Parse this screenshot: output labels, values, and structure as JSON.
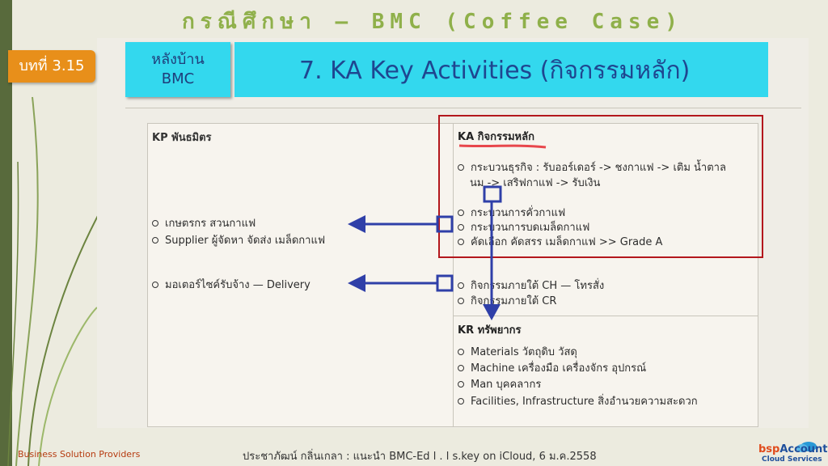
{
  "slide": {
    "title": "กรณีศึกษา – BMC (Coffee Case)",
    "chapter_badge": "บทที่ 3.15",
    "banner_side": [
      "หลังบ้าน",
      "BMC"
    ],
    "banner_title": "7. KA Key Activities (กิจกรรมหลัก)"
  },
  "kp": {
    "heading": "KP พันธมิตร",
    "items": [
      "เกษตรกร สวนกาแฟ",
      "Supplier ผู้จัดหา จัดส่ง เมล็ดกาแฟ",
      "มอเตอร์ไซค์รับจ้าง  — Delivery"
    ]
  },
  "ka": {
    "heading": "KA กิจกรรมหลัก",
    "items": [
      "กระบวนธุรกิจ : รับออร์เดอร์ -> ชงกาแฟ -> เติม น้ำตาล",
      "นม -> เสริฟกาแฟ -> รับเงิน",
      "กระบวนการคั่วกาแฟ",
      "กระบวนการบดเมล็ดกาแฟ",
      "คัดเลือก คัดสรร เมล็ดกาแฟ >> Grade A",
      "กิจกรรมภายใต้ CH — โทรสั่ง",
      "กิจกรรมภายใต้ CR"
    ]
  },
  "kr": {
    "heading": "KR ทรัพยากร",
    "items": [
      "Materials วัตถุดิบ วัสดุ",
      "Machine เครื่องมือ เครื่องจักร อุปกรณ์",
      "Man บุคคลากร",
      "Facilities, Infrastructure สิ่งอำนวยความสะดวก"
    ]
  },
  "footer": {
    "left": "Business Solution Providers",
    "center": "ประชาภัฒน์ กลิ่นเกลา : แนะนำ BMC-Ed l . l s.key on iCloud, 6 ม.ค.2558",
    "logo_main_a": "bsp",
    "logo_main_b": "Account",
    "logo_sub": "Cloud Services"
  },
  "colors": {
    "banner": "#33d8ee",
    "title_green": "#8fb04a",
    "chapter_orange": "#e88f1a",
    "annotation_blue": "#2f3fa8",
    "highlight_red": "#b3171c"
  }
}
